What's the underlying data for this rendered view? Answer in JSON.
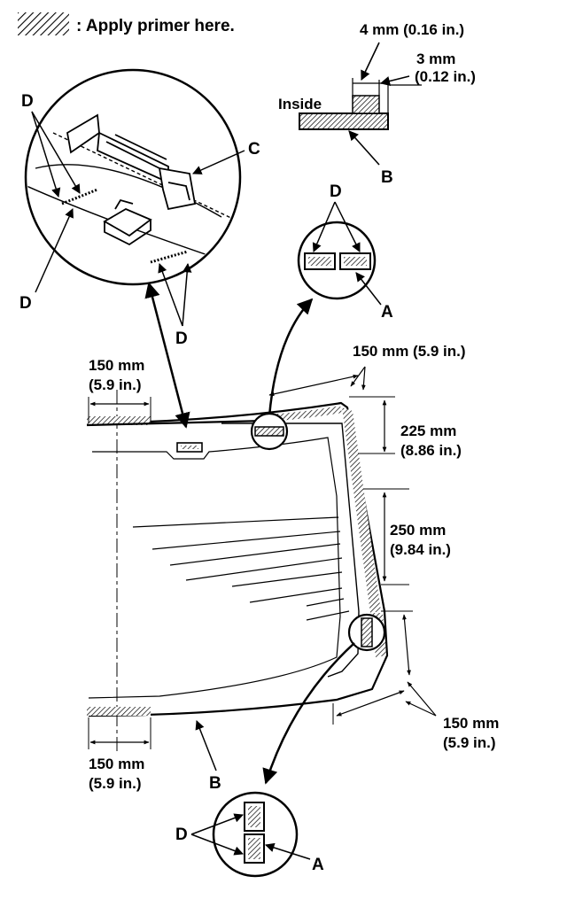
{
  "legend": {
    "text": ": Apply primer here."
  },
  "section_detail": {
    "thickness": "4 mm (0.16 in.)",
    "offset_value": "3 mm",
    "offset_inches": "(0.12 in.)",
    "inside_label": "Inside",
    "label_b": "B"
  },
  "clip_detail": {
    "label_d_top": "D",
    "label_d_left": "D",
    "label_d_bottom": "D",
    "label_c": "C"
  },
  "top_bracket_detail": {
    "label_d": "D",
    "label_a": "A"
  },
  "bottom_bracket_detail": {
    "label_d": "D",
    "label_a": "A"
  },
  "dimensions": {
    "top_left_value": "150 mm",
    "top_left_inches": "(5.9 in.)",
    "top_right": "150 mm (5.9 in.)",
    "side_upper_value": "225 mm",
    "side_upper_inches": "(8.86 in.)",
    "side_middle_value": "250 mm",
    "side_middle_inches": "(9.84 in.)",
    "bottom_right_value": "150 mm",
    "bottom_right_inches": "(5.9 in.)",
    "bottom_left_value": "150 mm",
    "bottom_left_inches": "(5.9 in.)"
  },
  "glass_label_b": "B"
}
